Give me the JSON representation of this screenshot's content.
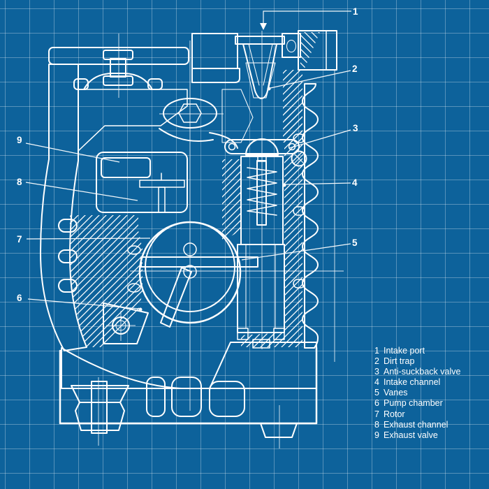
{
  "colors": {
    "background": "#0d629b",
    "grid_line": "#4c86ad",
    "drawing_line": "#ffffff",
    "legend_text": "#ffffff"
  },
  "callouts": [
    {
      "n": "1",
      "label": "Intake port"
    },
    {
      "n": "2",
      "label": "Dirt trap"
    },
    {
      "n": "3",
      "label": "Anti-suckback valve"
    },
    {
      "n": "4",
      "label": "Intake channel"
    },
    {
      "n": "5",
      "label": "Vanes"
    },
    {
      "n": "6",
      "label": "Pump chamber"
    },
    {
      "n": "7",
      "label": "Rotor"
    },
    {
      "n": "8",
      "label": "Exhaust channel"
    },
    {
      "n": "9",
      "label": "Exhaust valve"
    }
  ]
}
